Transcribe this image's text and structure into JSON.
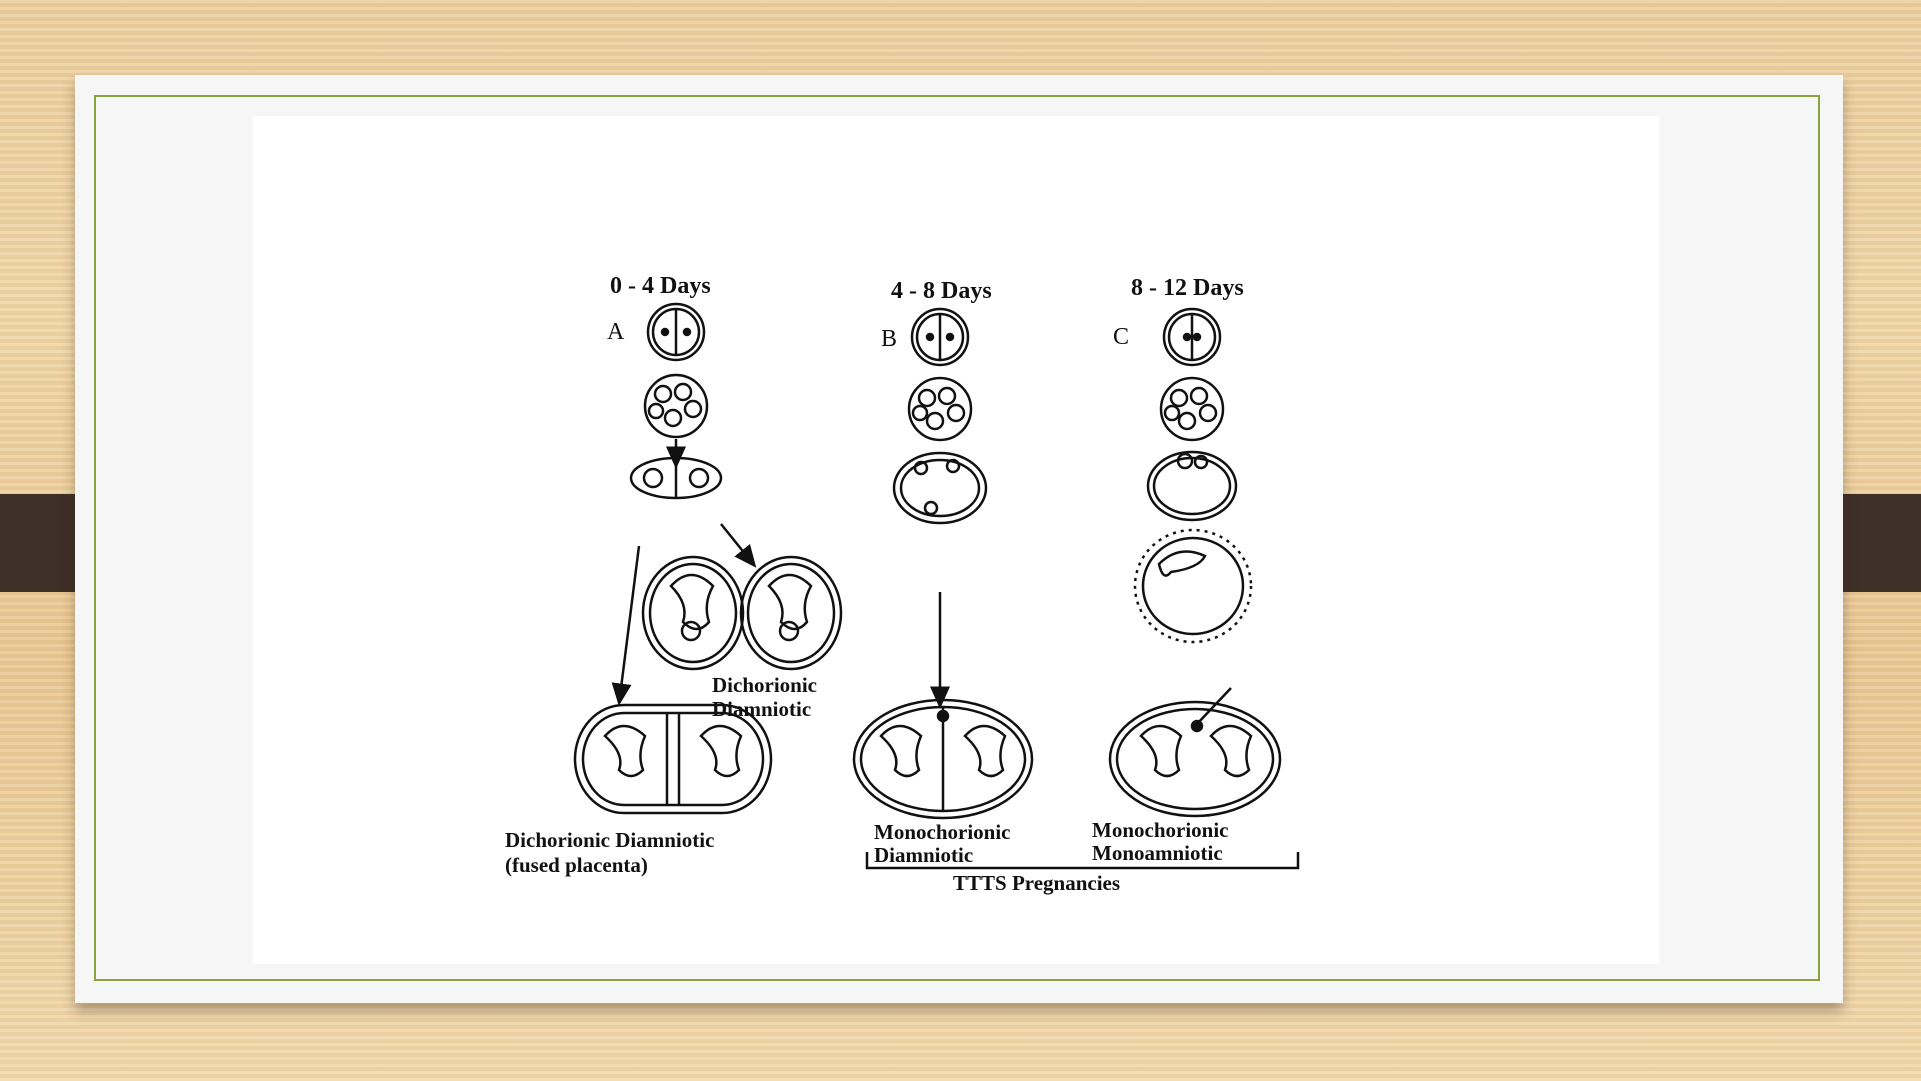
{
  "stages": {
    "a": {
      "days": "0 - 4 Days",
      "letter": "A"
    },
    "b": {
      "days": "4 - 8 Days",
      "letter": "B"
    },
    "c": {
      "days": "8 - 12 Days",
      "letter": "C"
    }
  },
  "captions": {
    "dichorionic_diamniotic": [
      "Dichorionic",
      "Diamniotic"
    ],
    "dichorionic_fused": [
      "Dichorionic Diamniotic",
      "(fused placenta)"
    ],
    "mono_di": [
      "Monochorionic",
      "Diamniotic"
    ],
    "mono_mono": [
      "Monochorionic",
      "Monoamniotic"
    ],
    "group": "TTTS Pregnancies"
  },
  "colors": {
    "frame": "#8aa33a",
    "tab": "#3e2f27",
    "ink": "#111111"
  }
}
